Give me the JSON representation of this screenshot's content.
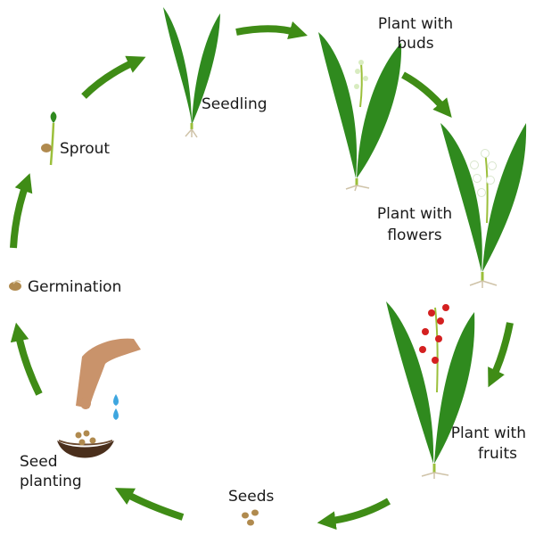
{
  "stages": {
    "seedling": "Seedling",
    "buds_1": "Plant with",
    "buds_2": "buds",
    "flowers_1": "Plant with",
    "flowers_2": "flowers",
    "fruits_1": "Plant with",
    "fruits_2": "fruits",
    "seeds": "Seeds",
    "planting_1": "Seed",
    "planting_2": "planting",
    "germination": "Germination",
    "sprout": "Sprout"
  },
  "colors": {
    "arrow": "#3f8c16",
    "leaf": "#2f8a1e",
    "leaf_dark": "#1d6414",
    "stem": "#9bbf3a",
    "berry": "#d42020",
    "flower": "#ffffff",
    "seed": "#b08a4e",
    "soil": "#4a2f1c",
    "hand": "#c9936b",
    "water": "#3ea6df"
  }
}
